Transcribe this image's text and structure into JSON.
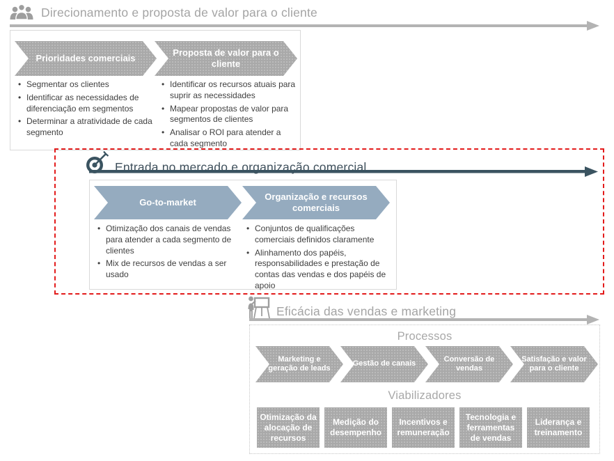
{
  "colors": {
    "gray_shape": "#a9a9a9",
    "gray_heading": "#a4a4a4",
    "blue_shape": "#95abbf",
    "dark_accent": "#3a5360",
    "body_text": "#3f3f3f",
    "highlight_border": "#e31b1b",
    "panel_border": "#d9d9d9"
  },
  "sections": [
    {
      "title": "Direcionamento e proposta de valor para o cliente",
      "icon": "people-group-icon",
      "columns": [
        {
          "chevron": "Prioridades comerciais",
          "bullets": [
            "Segmentar os clientes",
            "Identificar as necessidades de diferenciação em segmentos",
            "Determinar a atratividade de cada segmento"
          ]
        },
        {
          "chevron": "Proposta de valor para o cliente",
          "bullets": [
            "Identificar os recursos atuais para suprir as necessidades",
            "Mapear propostas de valor para segmentos de clientes",
            "Analisar o ROI para atender a cada segmento"
          ]
        }
      ]
    },
    {
      "title": "Entrada no mercado e organização comercial",
      "icon": "target-dart-icon",
      "highlighted": true,
      "columns": [
        {
          "chevron": "Go-to-market",
          "bullets": [
            "Otimização dos canais de vendas para atender a cada segmento de clientes",
            "Mix de recursos de vendas a ser usado"
          ]
        },
        {
          "chevron": "Organização e recursos comerciais",
          "bullets": [
            "Conjuntos de qualificações comerciais definidos claramente",
            "Alinhamento dos papéis, responsabilidades e prestação de contas das vendas e dos papéis de apoio"
          ]
        }
      ]
    },
    {
      "title": "Eficácia das vendas e marketing",
      "icon": "presentation-easel-icon",
      "processos_label": "Processos",
      "process_chevrons": [
        "Marketing e geração de leads",
        "Gestão de canais",
        "Conversão de vendas",
        "Satisfação e valor para o cliente"
      ],
      "viabilizadores_label": "Viabilizadores",
      "enabler_boxes": [
        "Otimização da alocação de recursos",
        "Medição do desempenho",
        "Incentivos e remuneração",
        "Tecnologia e ferramentas de vendas",
        "Liderança e treinamento"
      ]
    }
  ]
}
